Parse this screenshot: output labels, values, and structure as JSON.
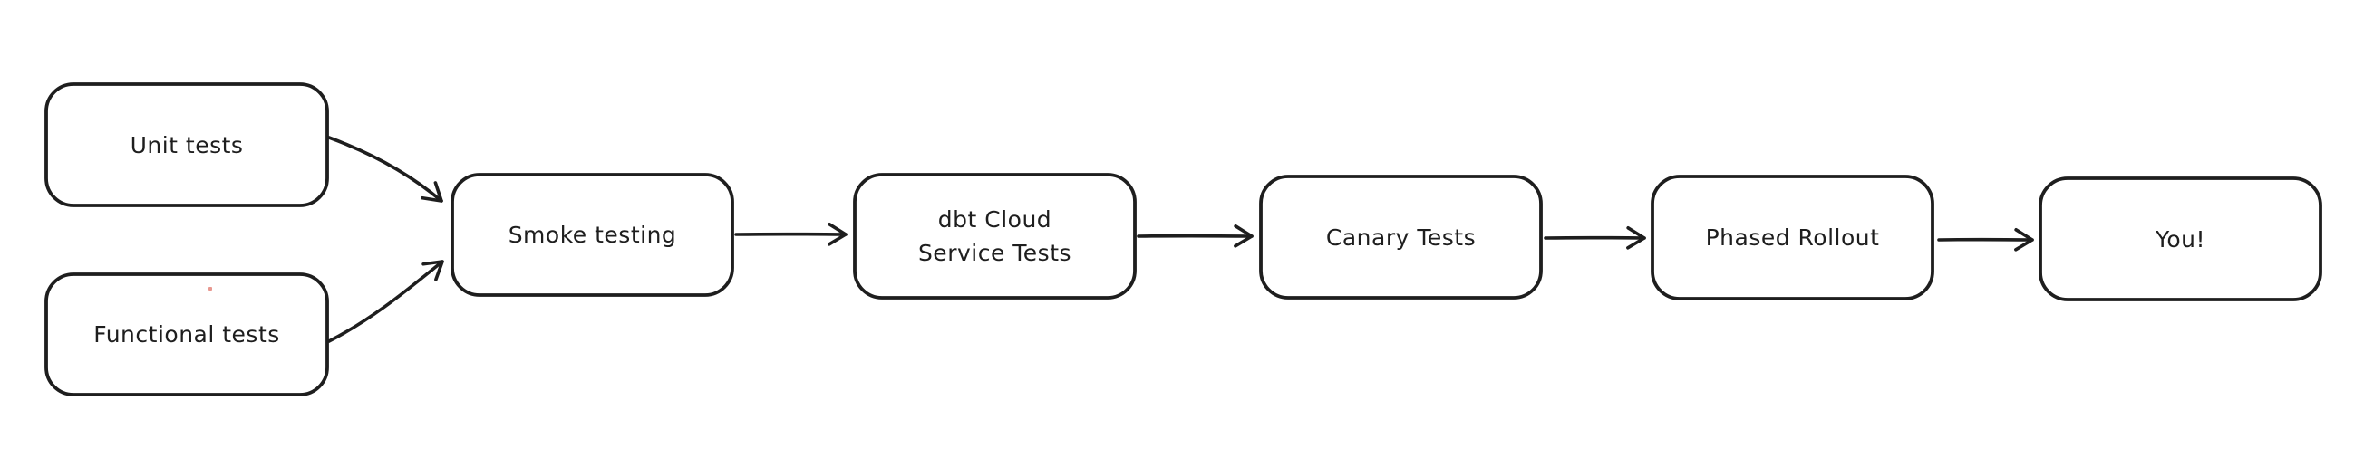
{
  "diagram": {
    "colors": {
      "stroke": "#1e1e1e",
      "node_fill": "#ffffff",
      "background": "#ffffff",
      "artifact_dot": "#e0756b"
    },
    "nodes": [
      {
        "id": "unit-tests",
        "label": "Unit tests"
      },
      {
        "id": "functional-tests",
        "label": "Functional tests"
      },
      {
        "id": "smoke-testing",
        "label": "Smoke testing"
      },
      {
        "id": "dbt-cloud-service-tests",
        "label": "dbt Cloud\nService Tests"
      },
      {
        "id": "canary-tests",
        "label": "Canary Tests"
      },
      {
        "id": "phased-rollout",
        "label": "Phased Rollout"
      },
      {
        "id": "you",
        "label": "You!"
      }
    ],
    "edges": [
      {
        "from": "unit-tests",
        "to": "smoke-testing"
      },
      {
        "from": "functional-tests",
        "to": "smoke-testing"
      },
      {
        "from": "smoke-testing",
        "to": "dbt-cloud-service-tests"
      },
      {
        "from": "dbt-cloud-service-tests",
        "to": "canary-tests"
      },
      {
        "from": "canary-tests",
        "to": "phased-rollout"
      },
      {
        "from": "phased-rollout",
        "to": "you"
      }
    ]
  }
}
